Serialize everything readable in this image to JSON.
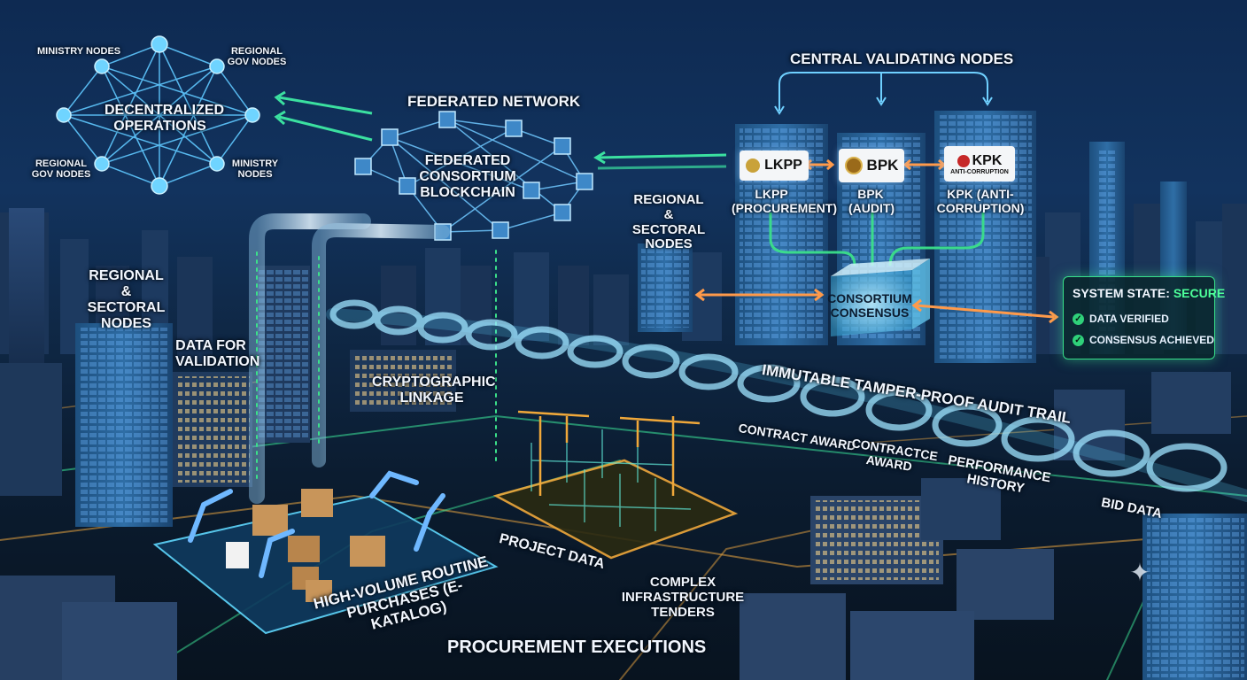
{
  "decentralized": {
    "center": "DECENTRALIZED OPERATIONS",
    "ministry_nodes_top": "MINISTRY NODES",
    "regional_nodes_top": "REGIONAL GOV NODES",
    "regional_nodes_bottom": "REGIONAL GOV NODES",
    "ministry_nodes_bottom": "MINISTRY NODES"
  },
  "federated": {
    "title": "FEDERATED NETWORK",
    "center": "FEDERATED CONSORTIUM BLOCKCHAIN"
  },
  "central": {
    "title": "CENTRAL VALIDATING NODES",
    "lkpp_logo": "LKPP",
    "lkpp_caption": "LKPP (PROCUREMENT)",
    "bpk_logo": "BPK",
    "bpk_caption": "BPK (AUDIT)",
    "kpk_logo": "KPK",
    "kpk_sub": "ANTI-CORRUPTION",
    "kpk_caption": "KPK (ANTI-CORRUPTION)"
  },
  "consensus": "CONSORTIUM CONSENSUS",
  "status": {
    "title": "SYSTEM STATE:",
    "state": "SECURE",
    "items": [
      "DATA VERIFIED",
      "CONSENSUS ACHIEVED"
    ]
  },
  "labels": {
    "regional_sectoral_left": "REGIONAL & SECTORAL NODES",
    "regional_sectoral_mid": "REGIONAL & SECTORAL NODES",
    "data_validation": "DATA FOR VALIDATION",
    "crypto_linkage": "CRYPTOGRAPHIC LINKAGE",
    "audit_trail": "IMMUTABLE TAMPER-PROOF AUDIT TRAIL",
    "contract_award": "CONTRACT AWARD",
    "contractor_award": "CONTRACTCE AWARD",
    "performance_history": "PERFORMANCE HISTORY",
    "bid_data": "BID DATA",
    "project_data": "PROJECT DATA",
    "complex_tenders": "COMPLEX INFRASTRUCTURE TENDERS",
    "ekatalog": "HIGH-VOLUME ROUTINE PURCHASES (E-KATALOG)",
    "procurement_exec": "PROCUREMENT EXECUTIONS"
  },
  "colors": {
    "accent_green": "#3be08a",
    "accent_cyan": "#5fd8ff",
    "accent_orange": "#ff9a4a",
    "crane": "#f0a83a"
  }
}
